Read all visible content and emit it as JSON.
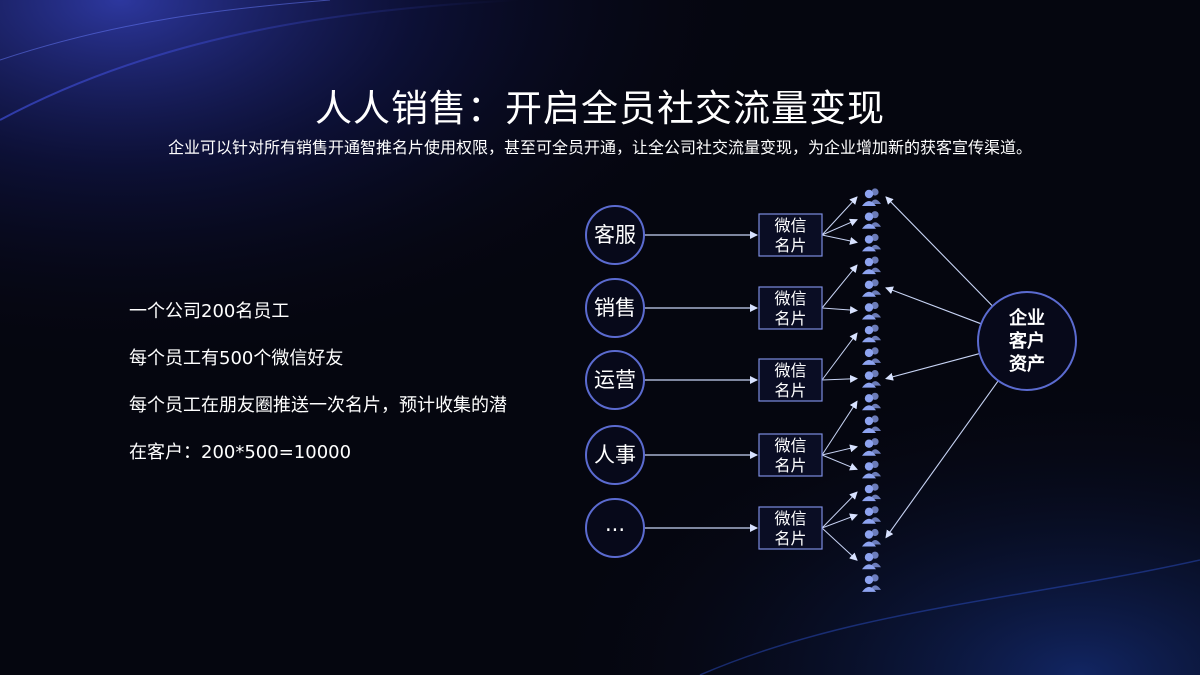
{
  "slide": {
    "title": "人人销售：开启全员社交流量变现",
    "subtitle": "企业可以针对所有销售开通智推名片使用权限，甚至可全员开通，让全公司社交流量变现，为企业增加新的获客宣传渠道。"
  },
  "bullets": [
    "一个公司200名员工",
    "每个员工有500个微信好友",
    "每个员工在朋友圈推送一次名片，预计收集的潜",
    "在客户：200*500=10000"
  ],
  "diagram": {
    "roles": [
      "客服",
      "销售",
      "运营",
      "人事",
      "..."
    ],
    "card_label_line1": "微信",
    "card_label_line2": "名片",
    "hub_lines": [
      "企业",
      "客户",
      "资产"
    ],
    "people_icon": "people-icon",
    "people_count": 18
  },
  "colors": {
    "background": "#05060f",
    "accent_blue": "#3f4bd8",
    "line": "#c8d4f5",
    "node_stroke": "#5b6bd0",
    "people_icon": "#8da3f0"
  }
}
